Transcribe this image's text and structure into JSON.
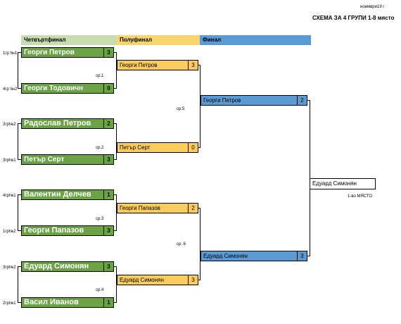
{
  "top": {
    "date": "ноември19 г",
    "title": "СХЕМА ЗА 4 ГРУПИ   1-8 място"
  },
  "headers": {
    "qf": "Четвъртфинал",
    "sf": "Полуфинал",
    "final": "Финал"
  },
  "colors": {
    "qf_header": "#c7ddb0",
    "sf_header": "#f9d56e",
    "final_header": "#5a9bd6",
    "qf_cell": "#6aa244",
    "sf_cell": "#f9cc5d",
    "final_cell": "#5a9bd6"
  },
  "quarterfinals": [
    {
      "seed": "1гр №1",
      "name": "Георги Петров",
      "score": "3"
    },
    {
      "seed": "4гр №2",
      "name": "Георги Тодовичн",
      "score": "0"
    },
    {
      "seed": "2гр№2",
      "name": "Радослав Петров",
      "score": "2"
    },
    {
      "seed": "3гр№1",
      "name": "Петър Серт",
      "score": "3"
    },
    {
      "seed": "4гр№1",
      "name": "Валентин Делчев",
      "score": "1"
    },
    {
      "seed": "1гр№2",
      "name": "Георги Папазов",
      "score": "3"
    },
    {
      "seed": "3гр№2",
      "name": "Едуард Симонян",
      "score": "3"
    },
    {
      "seed": "2гр№1",
      "name": "Васил Иванов",
      "score": "1"
    }
  ],
  "qf_matches": [
    "ср.1",
    "ср.2",
    "ср.3",
    "ср.4"
  ],
  "semifinals": [
    {
      "name": "Георги Петров",
      "score": "3"
    },
    {
      "name": "Петър Серт",
      "score": "0"
    },
    {
      "name": "Георги Папазов",
      "score": "2"
    },
    {
      "name": "Едуард Симонян",
      "score": "3"
    }
  ],
  "sf_matches": [
    "ср.5",
    "ср. 6"
  ],
  "final": [
    {
      "name": "Георги Петров",
      "score": "2"
    },
    {
      "name": "Едуард Симонян",
      "score": "3"
    }
  ],
  "winner": {
    "name": "Едуард Симонян",
    "place": "1-во МЯСТО"
  }
}
